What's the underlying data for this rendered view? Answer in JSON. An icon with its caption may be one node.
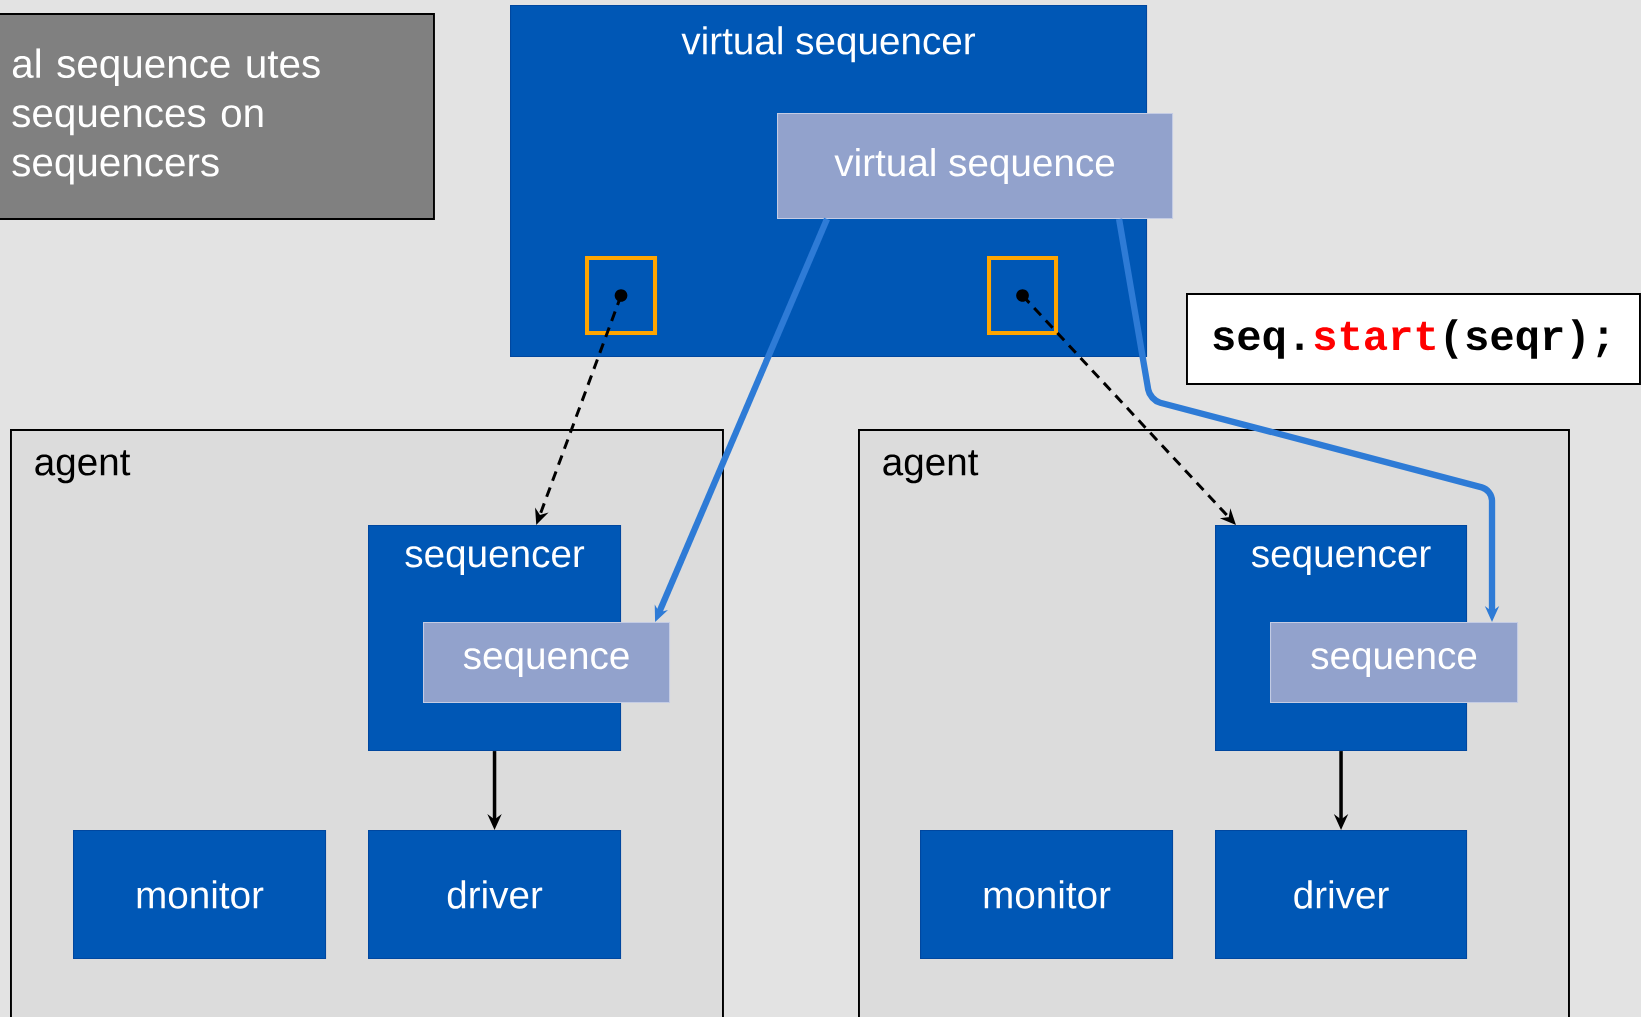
{
  "diagram": {
    "nodes": [
      {
        "text": [
          "al sequence utes sequences on sequencers"
        ]
      },
      {
        "text": [
          "virtual sequencer"
        ]
      },
      {
        "text": [
          "virtual sequence"
        ]
      },
      {
        "text": [],
        "shape": "box",
        "in": 1
      },
      {
        "text": [],
        "shape": "box",
        "in": 1
      },
      {
        "text": [
          "seq.",
          "start",
          "(seqr);"
        ]
      },
      {
        "text": [
          "agent"
        ]
      },
      {
        "text": [
          "sequencer"
        ],
        "in": 6
      },
      {
        "text": [
          "sequence"
        ],
        "in": 6
      },
      {
        "text": [
          "monitor"
        ],
        "in": 6
      },
      {
        "text": [
          "driver"
        ],
        "in": 6
      },
      {
        "text": [
          "agent"
        ]
      },
      {
        "text": [
          "sequencer"
        ],
        "in": 11
      },
      {
        "text": [
          "sequence"
        ],
        "in": 11
      },
      {
        "text": [
          "monitor"
        ],
        "in": 11
      },
      {
        "text": [
          "driver"
        ],
        "in": 11
      }
    ],
    "edges": [
      {
        "from": 3,
        "to": 7,
        "arrow": "to",
        "style": "dashed"
      },
      {
        "from": 4,
        "to": 12,
        "arrow": "to",
        "style": "dashed"
      },
      {
        "from": 2,
        "to": 8,
        "arrow": "to",
        "style": "thick",
        "color": "#2e7bd6"
      },
      {
        "from": 2,
        "to": 13,
        "arrow": "to",
        "style": "thick",
        "color": "#2e7bd6"
      },
      {
        "from": 7,
        "to": 10,
        "arrow": "to"
      },
      {
        "from": 12,
        "to": 15,
        "arrow": "to"
      }
    ]
  }
}
